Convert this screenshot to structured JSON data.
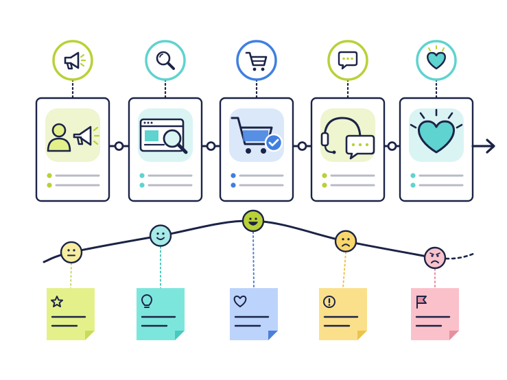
{
  "diagram": {
    "type": "customer-journey-map",
    "stages": [
      {
        "icon": "megaphone-icon",
        "accent": "#b9d137",
        "illustration": "person-with-megaphone-icon",
        "tile": "#eef5cf",
        "dot_colors": [
          "#b9d137",
          "#b9d137"
        ]
      },
      {
        "icon": "magnifier-icon",
        "accent": "#5fd3cf",
        "illustration": "browser-search-icon",
        "tile": "#d9f4f3",
        "dot_colors": [
          "#5fd3cf",
          "#5fd3cf"
        ]
      },
      {
        "icon": "shopping-cart-icon",
        "accent": "#3f7fe0",
        "illustration": "cart-with-checkmark-icon",
        "tile": "#dbe8fa",
        "dot_colors": [
          "#3f7fe0",
          "#3f7fe0"
        ]
      },
      {
        "icon": "chat-bubble-icon",
        "accent": "#b9d137",
        "illustration": "headset-with-chat-icon",
        "tile": "#eef5cf",
        "dot_colors": [
          "#b9d137",
          "#b9d137"
        ]
      },
      {
        "icon": "heart-icon",
        "accent": "#5fd3cf",
        "illustration": "glowing-heart-icon",
        "tile": "#d9f4f3",
        "dot_colors": [
          "#5fd3cf",
          "#5fd3cf"
        ]
      }
    ],
    "emotions": [
      {
        "mood": "neutral",
        "icon": "neutral-face-icon",
        "face_color": "#f6eda0",
        "level": 0.15
      },
      {
        "mood": "happy",
        "icon": "smiling-face-icon",
        "face_color": "#a7ebe6",
        "level": 0.6
      },
      {
        "mood": "very-happy",
        "icon": "grinning-face-icon",
        "face_color": "#b9d137",
        "level": 1.0
      },
      {
        "mood": "sad",
        "icon": "frowning-face-icon",
        "face_color": "#f9d76a",
        "level": 0.45
      },
      {
        "mood": "unhappy",
        "icon": "sad-face-icon",
        "face_color": "#f9c3cc",
        "level": 0.0
      }
    ],
    "notes": [
      {
        "icon": "star-icon",
        "color": "#e4f18b",
        "fold": "#c9dc5a"
      },
      {
        "icon": "lightbulb-icon",
        "color": "#7de6dc",
        "fold": "#48c9bd"
      },
      {
        "icon": "heart-outline-icon",
        "color": "#bcd3fb",
        "fold": "#4d7fd8"
      },
      {
        "icon": "alert-circle-icon",
        "color": "#fbe08b",
        "fold": "#ecc34d"
      },
      {
        "icon": "flag-icon",
        "color": "#fbc1cb",
        "fold": "#e590a0"
      }
    ],
    "colors": {
      "outline": "#1b2346",
      "line_gray": "#b7bac7",
      "connector": "#1b2346"
    }
  }
}
